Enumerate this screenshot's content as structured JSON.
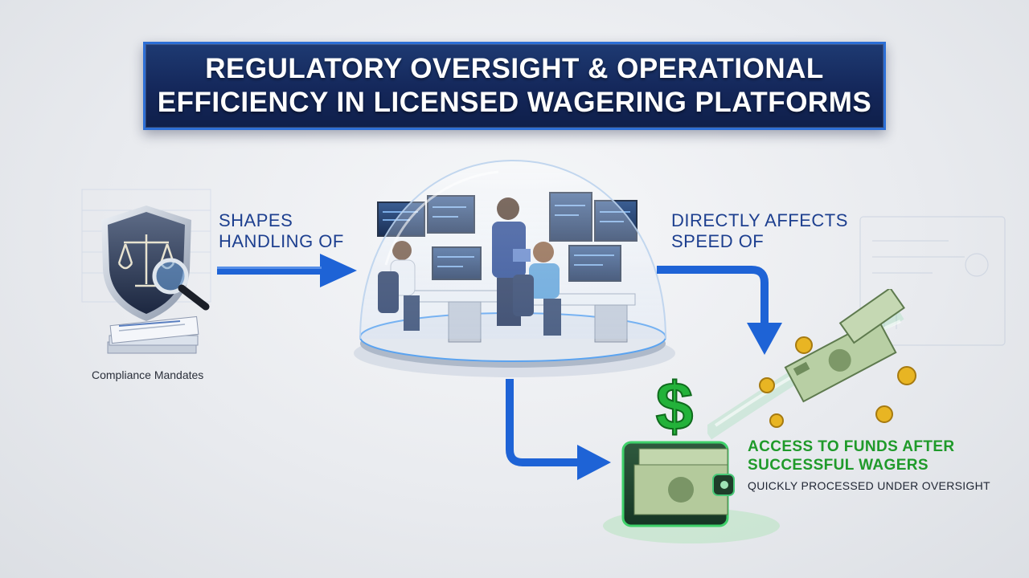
{
  "title": {
    "line1": "REGULATORY OVERSIGHT & OPERATIONAL",
    "line2": "EFFICIENCY IN LICENSED WAGERING PLATFORMS"
  },
  "compliance": {
    "label": "Compliance Mandates",
    "icon": "shield-scales-magnifier-icon"
  },
  "flow": {
    "label1_line1": "SHAPES",
    "label1_line2": "HANDLING OF",
    "label2_line1": "DIRECTLY AFFECTS",
    "label2_line2": "SPEED OF"
  },
  "funds": {
    "title_line1": "ACCESS TO FUNDS AFTER",
    "title_line2": "SUCCESSFUL WAGERS",
    "subtitle": "QUICKLY PROCESSED UNDER OVERSIGHT",
    "icon": "wallet-dollar-icon"
  },
  "colors": {
    "banner": "#14275a",
    "banner_border": "#2d6fd6",
    "arrow": "#1e63d6",
    "label_blue": "#1d3f8f",
    "funds_green": "#1f9a2a"
  }
}
